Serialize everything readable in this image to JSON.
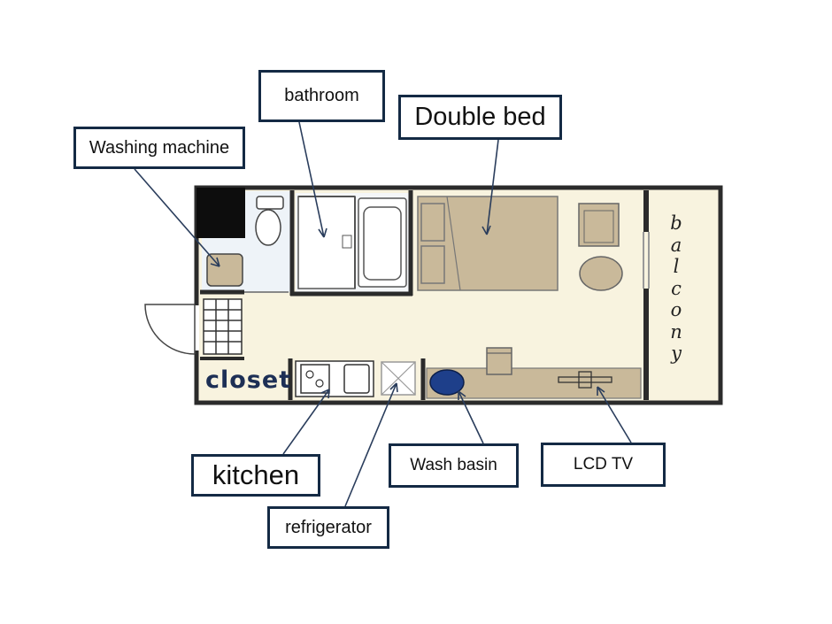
{
  "labels": {
    "washing_machine": "Washing machine",
    "bathroom": "bathroom",
    "double_bed": "Double bed",
    "kitchen": "kitchen",
    "refrigerator": "refrigerator",
    "wash_basin": "Wash basin",
    "lcd_tv": "LCD TV"
  },
  "room_labels": {
    "closet": "closet",
    "balcony": "balcony"
  },
  "colors": {
    "wall": "#2b2b2b",
    "floor": "#f8f3df",
    "furniture": "#c9b99a",
    "label_border": "#142a44",
    "wash_basin": "#1e3f8a",
    "closet_text": "#1d2f55"
  }
}
